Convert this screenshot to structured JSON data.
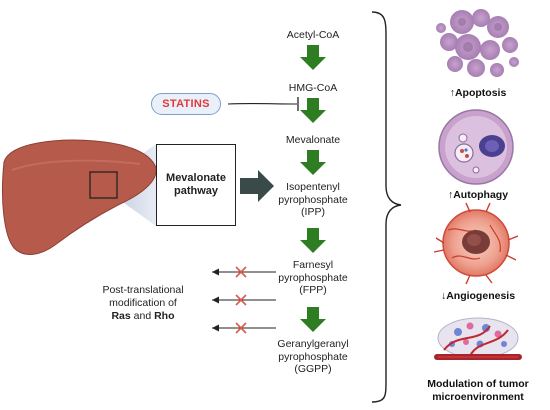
{
  "statins_label": "STATINS",
  "box_label_line1": "Mevalonate",
  "box_label_line2": "pathway",
  "pathway": {
    "acetyl": "Acetyl-CoA",
    "hmg": "HMG-CoA",
    "mevalonate": "Mevalonate",
    "ipp": [
      "Isopentenyl",
      "pyrophosphate",
      "(IPP)"
    ],
    "fpp": [
      "Farnesyl",
      "pyrophosphate",
      "(FPP)"
    ],
    "ggpp": [
      "Geranylgeranyl",
      "pyrophosphate",
      "(GGPP)"
    ]
  },
  "ptm": {
    "line1": "Post-translational",
    "line2": "modification of",
    "ras": "Ras",
    "and": " and ",
    "rho": "Rho"
  },
  "outcomes": {
    "apoptosis": "↑Apoptosis",
    "autophagy": "↑Autophagy",
    "angiogenesis": "↓Angiogenesis",
    "tme_line1": "Modulation of tumor",
    "tme_line2": "microenvironment"
  },
  "colors": {
    "green_arrow": "#2f7d22",
    "liver": "#b65a4c",
    "blocked_x": "#e05a4a",
    "statins_border": "#7c9fca",
    "statins_text": "#e03a3a"
  }
}
